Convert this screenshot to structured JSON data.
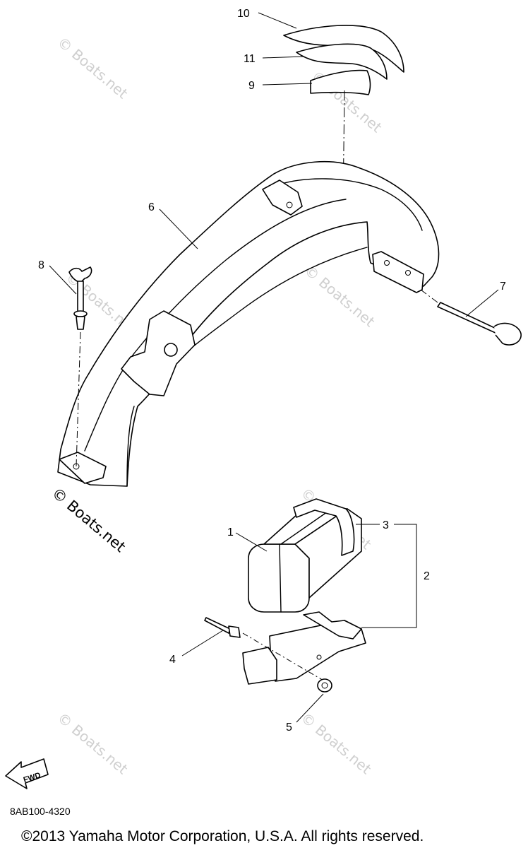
{
  "diagram": {
    "callouts": [
      {
        "id": "1",
        "label": "1"
      },
      {
        "id": "2",
        "label": "2"
      },
      {
        "id": "3",
        "label": "3"
      },
      {
        "id": "4",
        "label": "4"
      },
      {
        "id": "5",
        "label": "5"
      },
      {
        "id": "6",
        "label": "6"
      },
      {
        "id": "7",
        "label": "7"
      },
      {
        "id": "8",
        "label": "8"
      },
      {
        "id": "9",
        "label": "9"
      },
      {
        "id": "10",
        "label": "10"
      },
      {
        "id": "11",
        "label": "11"
      }
    ],
    "fwd_label": "FWD",
    "watermark": "© Boats.net",
    "reference_code": "8AB100-4320",
    "copyright": "©2013 Yamaha Motor Corporation, U.S.A. All rights reserved."
  }
}
